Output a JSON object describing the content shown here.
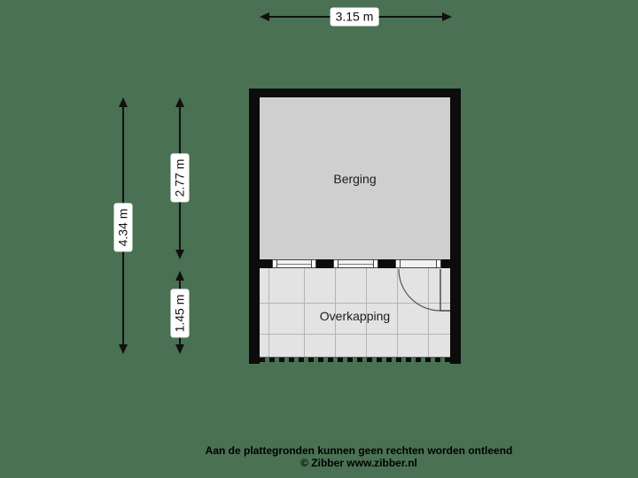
{
  "colors": {
    "background": "#4a7153",
    "wall": "#0c0c0c",
    "berging_fill": "#cfcfcf",
    "overkapping_fill": "#e3e3e3",
    "grid_line": "#b4b4b4"
  },
  "dimensions": {
    "width_label": "3.15 m",
    "total_height_label": "4.34 m",
    "berging_height_label": "2.77 m",
    "overkapping_height_label": "1.45 m"
  },
  "rooms": {
    "berging": {
      "label": "Berging"
    },
    "overkapping": {
      "label": "Overkapping"
    }
  },
  "footer": {
    "disclaimer": "Aan de plattegronden kunnen geen rechten worden ontleend",
    "copyright": "© Zibber www.zibber.nl"
  }
}
